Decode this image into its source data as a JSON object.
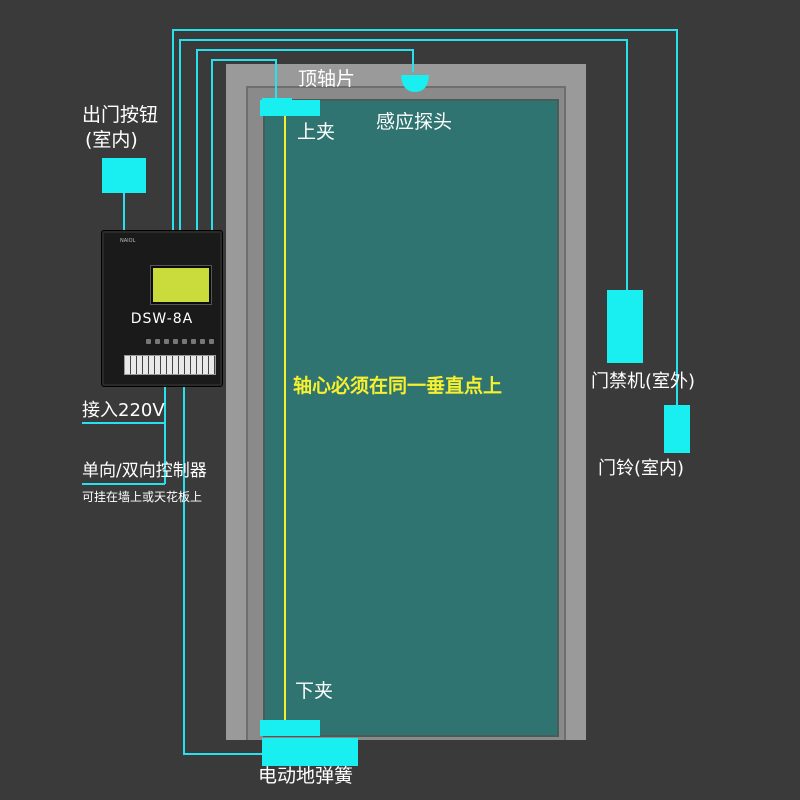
{
  "labels": {
    "top_pivot": "顶轴片",
    "sensor": "感应探头",
    "exit_button": "出门按钮",
    "exit_button_location": "(室内)",
    "top_clamp": "上夹",
    "controller_model": "DSW-8A",
    "controller_brand": "NAIOL",
    "axis_note": "轴心必须在同一垂直点上",
    "access_control": "门禁机(室外)",
    "power_input": "接入220V",
    "doorbell": "门铃(室内)",
    "controller_type": "单向/双向控制器",
    "mount_note": "可挂在墙上或天花板上",
    "bottom_clamp": "下夹",
    "floor_spring": "电动地弹簧"
  },
  "colors": {
    "background": "#3a3a3a",
    "wire": "#29e0ee",
    "frame": "#9a9a9a",
    "frame_edge": "#6e6e6e",
    "door": "#2f7470",
    "axis": "#f3ee2e",
    "block": "#19eef0",
    "text": "#ffffff",
    "highlight_text": "#f6f02e"
  }
}
